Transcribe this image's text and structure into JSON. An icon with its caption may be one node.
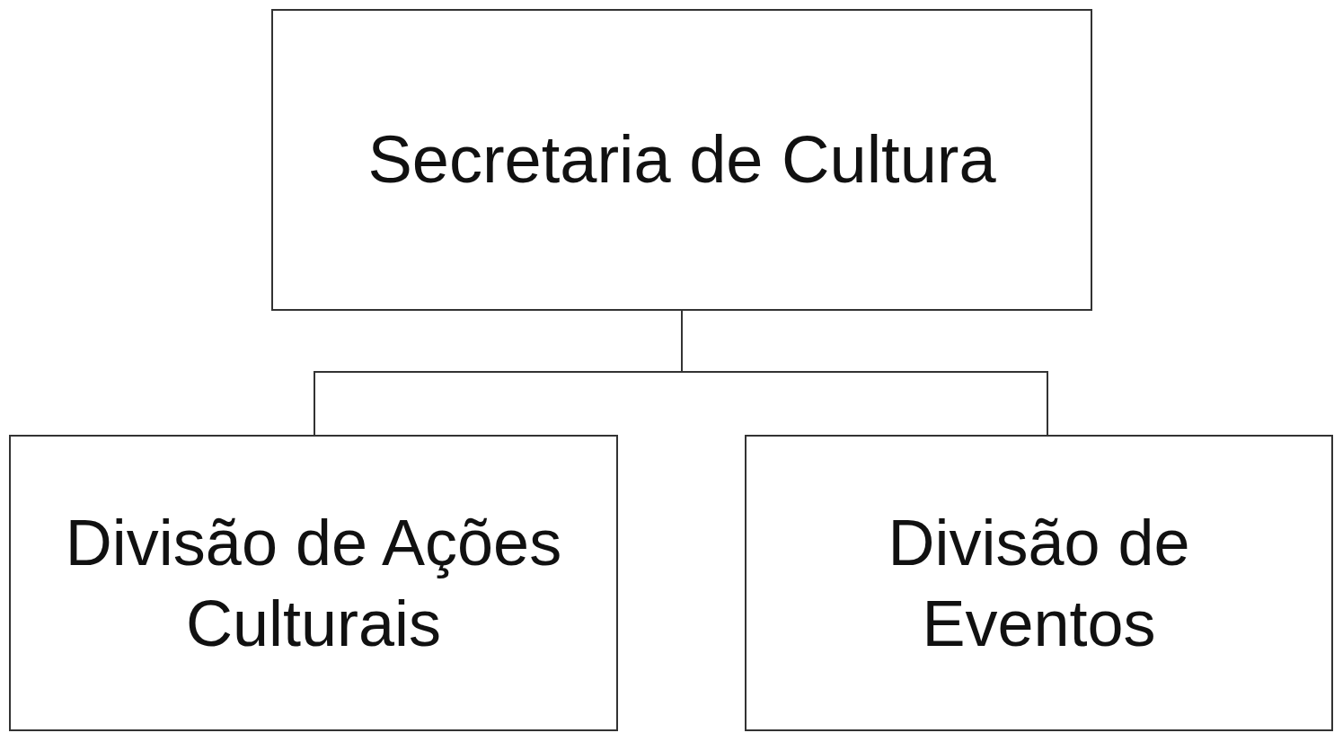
{
  "diagram": {
    "nodes": [
      {
        "text": [
          "Secretaria de Cultura"
        ]
      },
      {
        "text": [
          "Divisão de Ações Culturais"
        ]
      },
      {
        "text": [
          "Divisão de Eventos"
        ]
      }
    ],
    "edges": [
      {
        "from": 0,
        "to": 1,
        "arrow": "none"
      },
      {
        "from": 0,
        "to": 2,
        "arrow": "none"
      }
    ]
  }
}
